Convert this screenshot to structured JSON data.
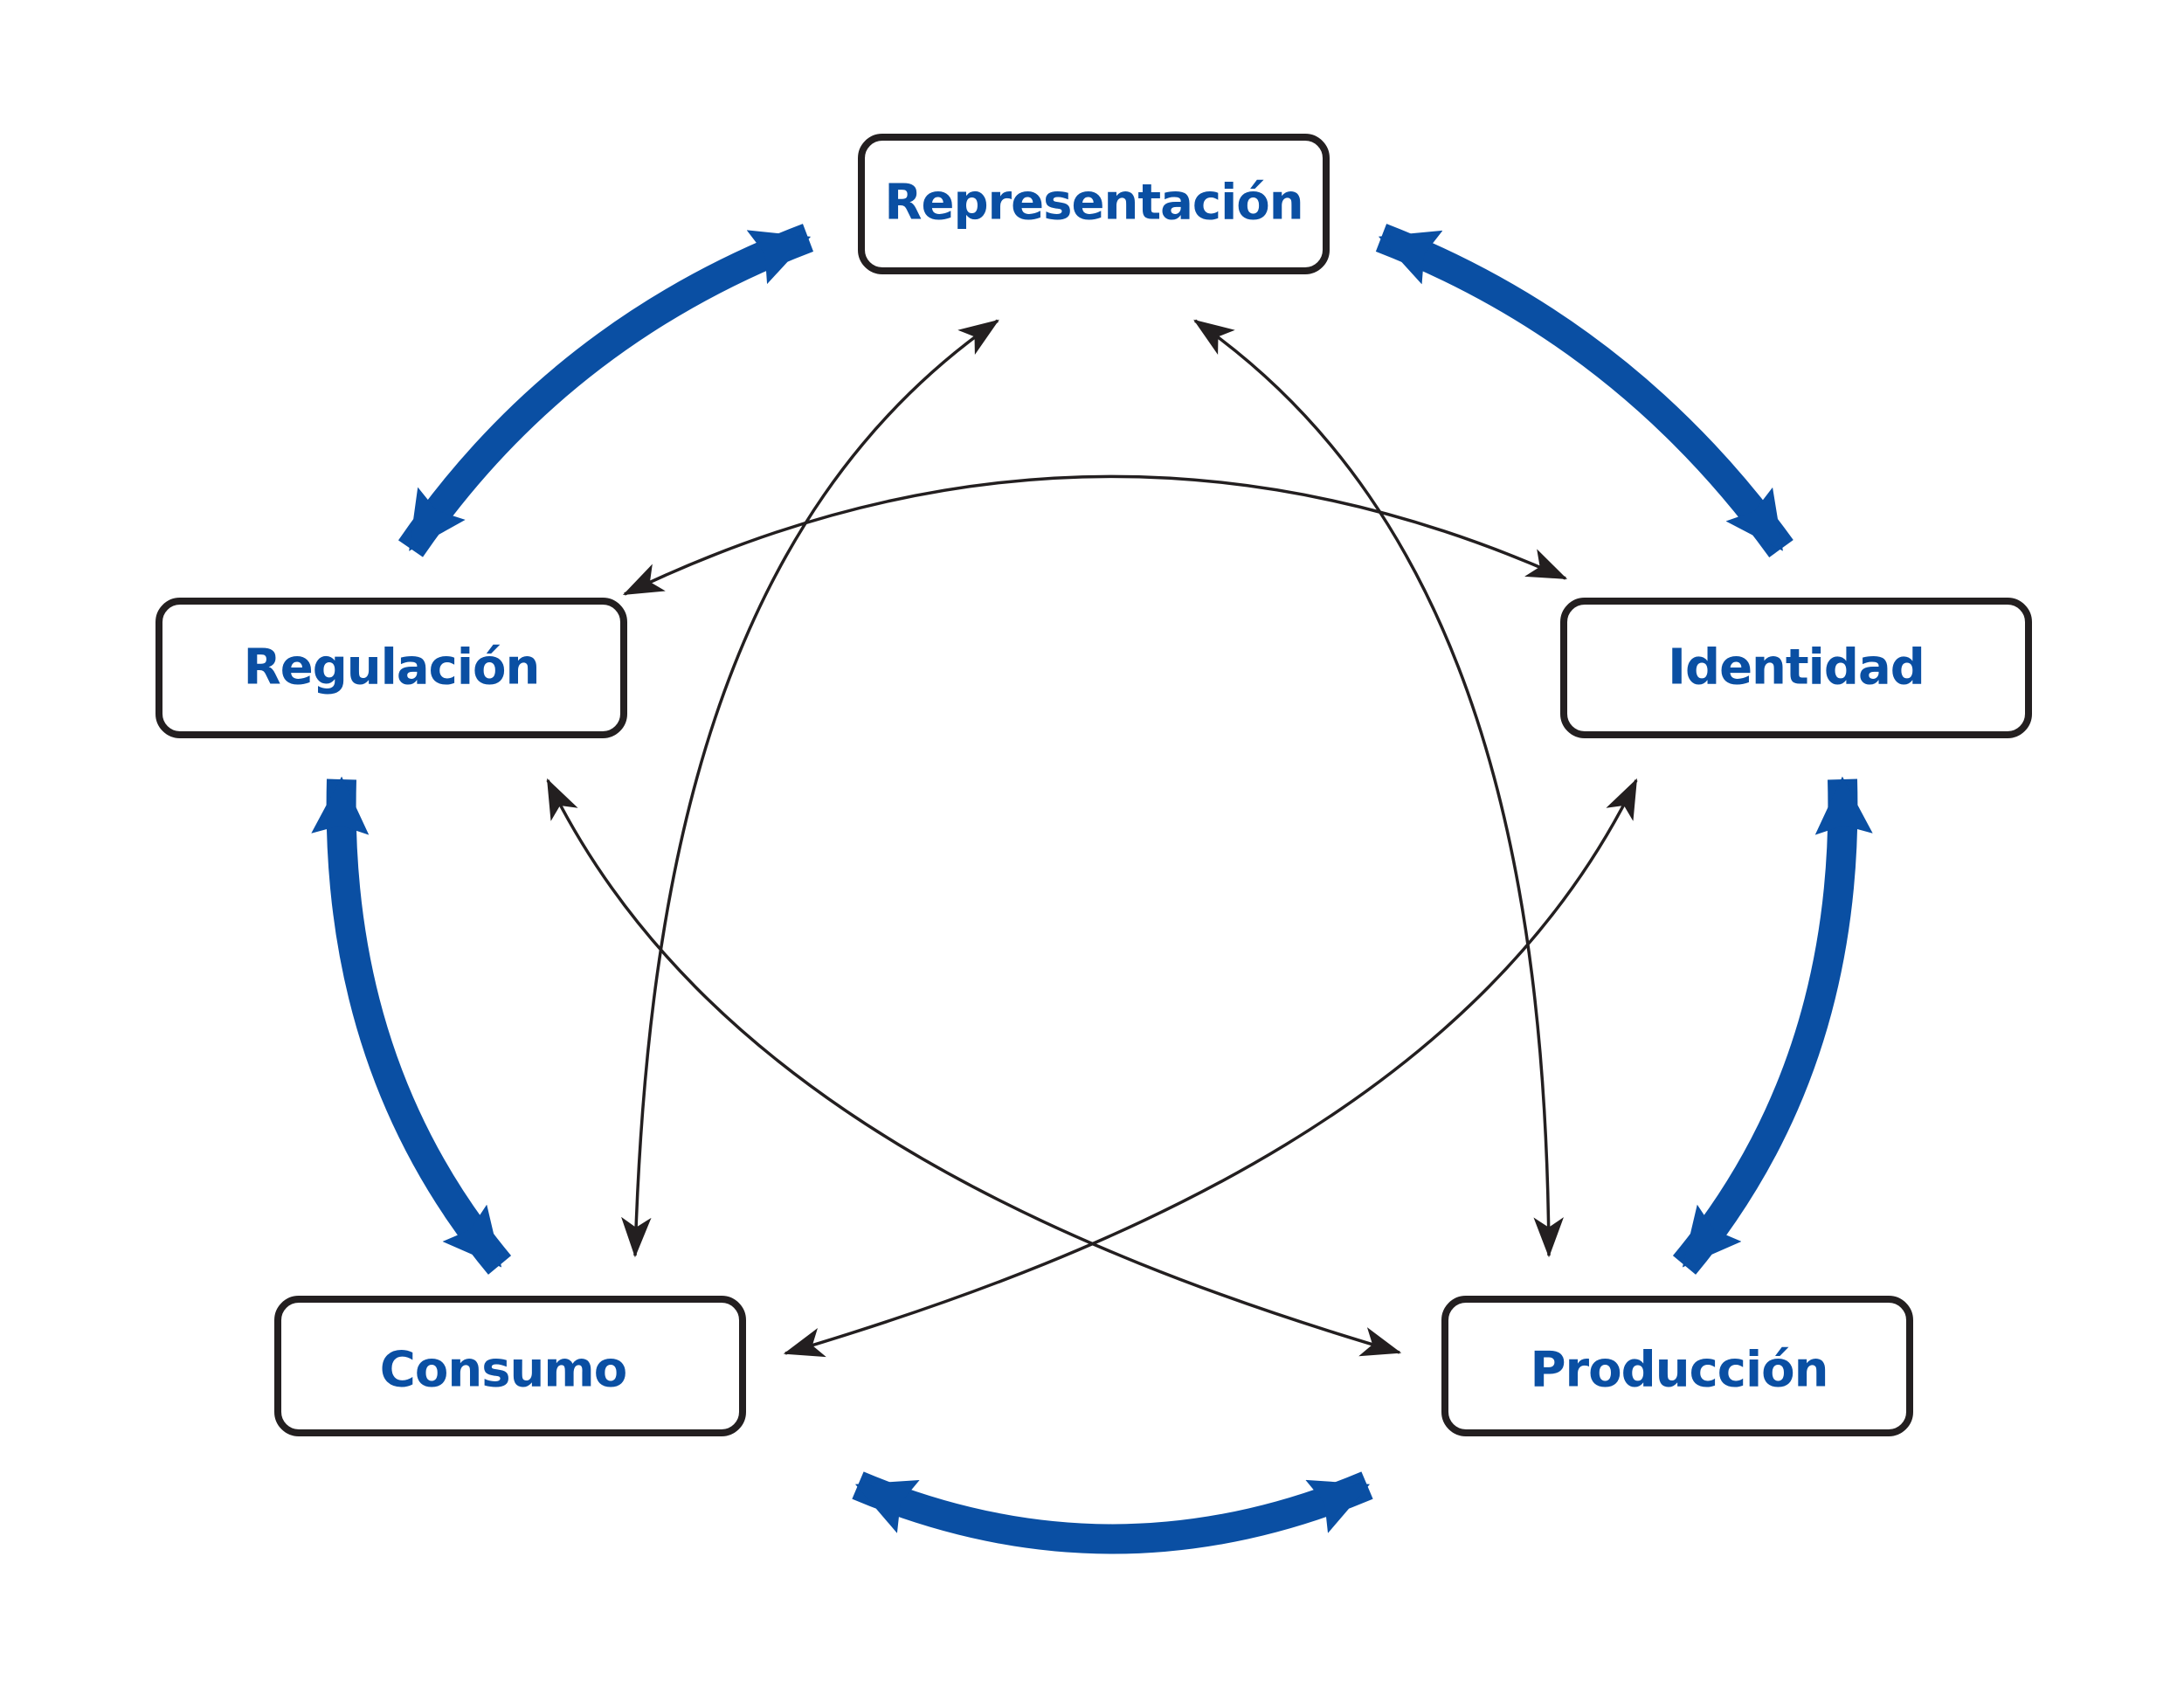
{
  "diagram": {
    "type": "cycle-relationship",
    "colors": {
      "accent_blue": "#0a4fa3",
      "box_border": "#231f20",
      "connector": "#231f20",
      "background": "#ffffff"
    },
    "nodes": [
      {
        "id": "representacion",
        "label": "Representación"
      },
      {
        "id": "regulacion",
        "label": "Regulación"
      },
      {
        "id": "identidad",
        "label": "Identidad"
      },
      {
        "id": "consumo",
        "label": "Consumo"
      },
      {
        "id": "produccion",
        "label": "Producción"
      }
    ],
    "adjacent_links": [
      {
        "from": "representacion",
        "to": "regulacion",
        "style": "thick-blue",
        "bidirectional": true
      },
      {
        "from": "representacion",
        "to": "identidad",
        "style": "thick-blue",
        "bidirectional": true
      },
      {
        "from": "regulacion",
        "to": "consumo",
        "style": "thick-blue",
        "bidirectional": true
      },
      {
        "from": "identidad",
        "to": "produccion",
        "style": "thick-blue",
        "bidirectional": true
      },
      {
        "from": "consumo",
        "to": "produccion",
        "style": "thick-blue",
        "bidirectional": true
      }
    ],
    "cross_links": [
      {
        "from": "representacion",
        "to": "consumo",
        "style": "thin-black",
        "bidirectional": true
      },
      {
        "from": "representacion",
        "to": "produccion",
        "style": "thin-black",
        "bidirectional": true
      },
      {
        "from": "regulacion",
        "to": "identidad",
        "style": "thin-black",
        "bidirectional": true
      },
      {
        "from": "regulacion",
        "to": "produccion",
        "style": "thin-black",
        "bidirectional": true
      },
      {
        "from": "identidad",
        "to": "consumo",
        "style": "thin-black",
        "bidirectional": true
      }
    ]
  }
}
